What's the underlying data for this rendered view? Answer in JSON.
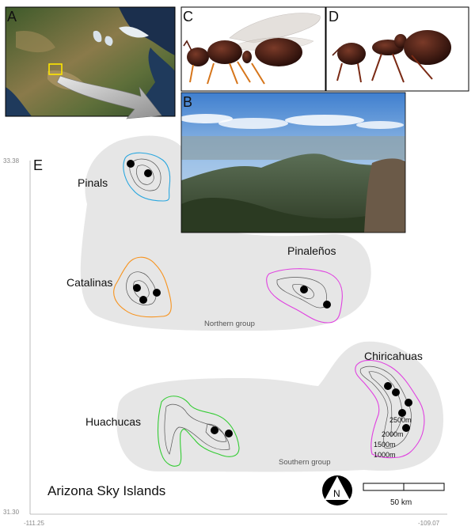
{
  "panels": {
    "a": "A",
    "b": "B",
    "c": "C",
    "d": "D",
    "e": "E"
  },
  "coords": {
    "lat_top": "33.38",
    "lat_bottom": "31.30",
    "lon_left": "-111.25",
    "lon_right": "-109.07"
  },
  "ranges": {
    "pinals": "Pinals",
    "catalinas": "Catalinas",
    "pinalenos": "Pinaleños",
    "chiricahuas": "Chiricahuas",
    "huachucas": "Huachucas"
  },
  "groups": {
    "northern": "Northern group",
    "southern": "Southern group"
  },
  "elevations": [
    "2500m",
    "2000m",
    "1500m",
    "1000m"
  ],
  "title": "Arizona Sky Islands",
  "compass": "N",
  "scale": "50 km",
  "colors": {
    "pinals": "#2aa7df",
    "catalinas": "#f7931e",
    "pinalenos": "#e040e0",
    "chiricahuas": "#e040e0",
    "huachucas": "#33cc33",
    "group_fill": "#e6e6e6"
  }
}
